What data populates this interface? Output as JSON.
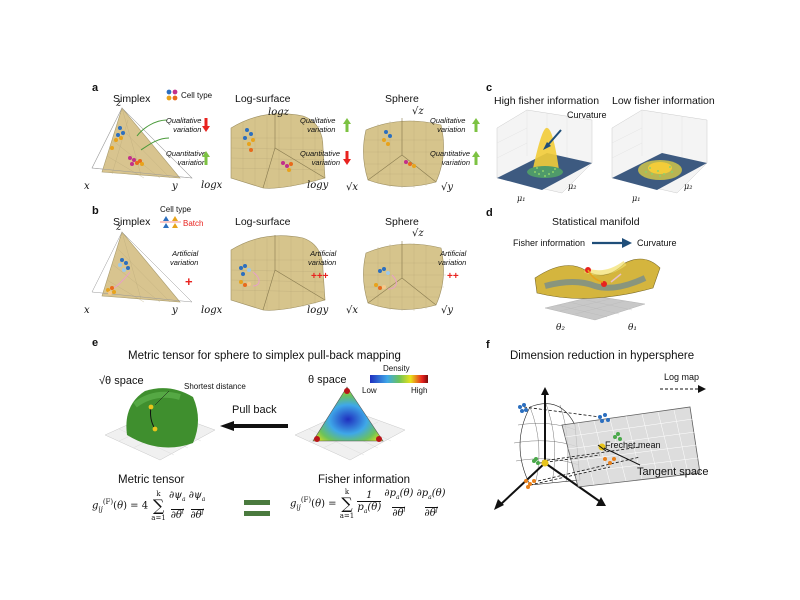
{
  "panels": {
    "a": {
      "letter": "a",
      "simplex_title": "Simplex",
      "log_title": "Log-surface",
      "sphere_title": "Sphere",
      "legend_label": "Cell type",
      "simplex_axes": {
        "x": "x",
        "y": "y",
        "z": "z"
      },
      "log_axes": {
        "x": "logx",
        "y": "logy",
        "z": "logz"
      },
      "sphere_axes": {
        "x": "√x",
        "y": "√y",
        "z": "√z"
      },
      "qual": "Qualitative\nvariation",
      "quant": "Quantitative\nvariation"
    },
    "b": {
      "letter": "b",
      "simplex_title": "Simplex",
      "log_title": "Log-surface",
      "sphere_title": "Sphere",
      "legend_label": "Cell type",
      "batch_label": "Batch",
      "artificial": "Artificial\nvariation",
      "simplex_mark": "+",
      "log_mark": "+++",
      "sphere_mark": "++"
    },
    "c": {
      "letter": "c",
      "high_title": "High fisher information",
      "low_title": "Low fisher information",
      "curvature": "Curvature",
      "mu1": "μ₁",
      "mu2": "μ₂"
    },
    "d": {
      "letter": "d",
      "title": "Statistical manifold",
      "fisher": "Fisher information",
      "curvature": "Curvature",
      "theta1": "θ₁",
      "theta2": "θ₂"
    },
    "e": {
      "letter": "e",
      "title": "Metric tensor for sphere to simplex pull-back mapping",
      "sqrt_space": "√θ space",
      "shortest": "Shortest distance",
      "pull_back": "Pull back",
      "theta_space": "θ space",
      "density": "Density",
      "low": "Low",
      "high": "High",
      "metric_tensor": "Metric tensor",
      "fisher_info": "Fisher information"
    },
    "f": {
      "letter": "f",
      "title": "Dimension reduction in hypersphere",
      "log_map": "Log map",
      "frechet": "Frechet mean",
      "tangent": "Tangent space"
    }
  },
  "colors": {
    "surface": "#d6c48c",
    "surface_dark": "#b9a66a",
    "arrow_red": "#e8231f",
    "arrow_green": "#7cc242",
    "green_sphere": "#3f8f2e",
    "navy": "#1f4e79",
    "equals": "#4a7a3e"
  }
}
